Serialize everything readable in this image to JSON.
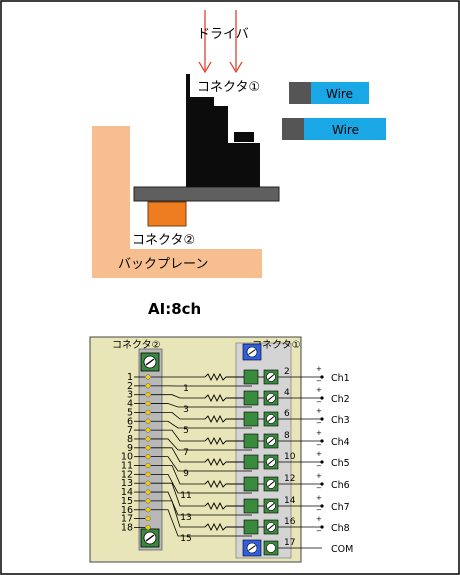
{
  "top_diagram": {
    "driver_label": "ドライバ",
    "connector1_label": "コネクタ①",
    "connector2_label": "コネクタ②",
    "wire_labels": [
      "Wire",
      "Wire"
    ],
    "backplane_label": "バックプレーン"
  },
  "section_title": "AI:8ch",
  "schematic": {
    "connector2_label": "コネクタ②",
    "connector1_label": "コネクタ①",
    "left_pins": [
      "1",
      "2",
      "3",
      "4",
      "5",
      "6",
      "7",
      "8",
      "9",
      "10",
      "11",
      "12",
      "13",
      "14",
      "15",
      "16",
      "17",
      "18"
    ],
    "resistor_labels": [
      "1",
      "3",
      "5",
      "7",
      "9",
      "11",
      "13",
      "15"
    ],
    "right_pins": [
      "2",
      "4",
      "6",
      "8",
      "10",
      "12",
      "14",
      "16",
      "17"
    ],
    "channels": [
      "Ch1",
      "Ch2",
      "Ch3",
      "Ch4",
      "Ch5",
      "Ch6",
      "Ch7",
      "Ch8",
      "COM"
    ]
  },
  "colors": {
    "arrow": "#e0301e",
    "wire": "#1aa7e6",
    "backplane": "#f7bf8f",
    "connector2": "#ee7d22",
    "board": "#e8e6b8",
    "terminal_green": "#3a8a3e"
  }
}
